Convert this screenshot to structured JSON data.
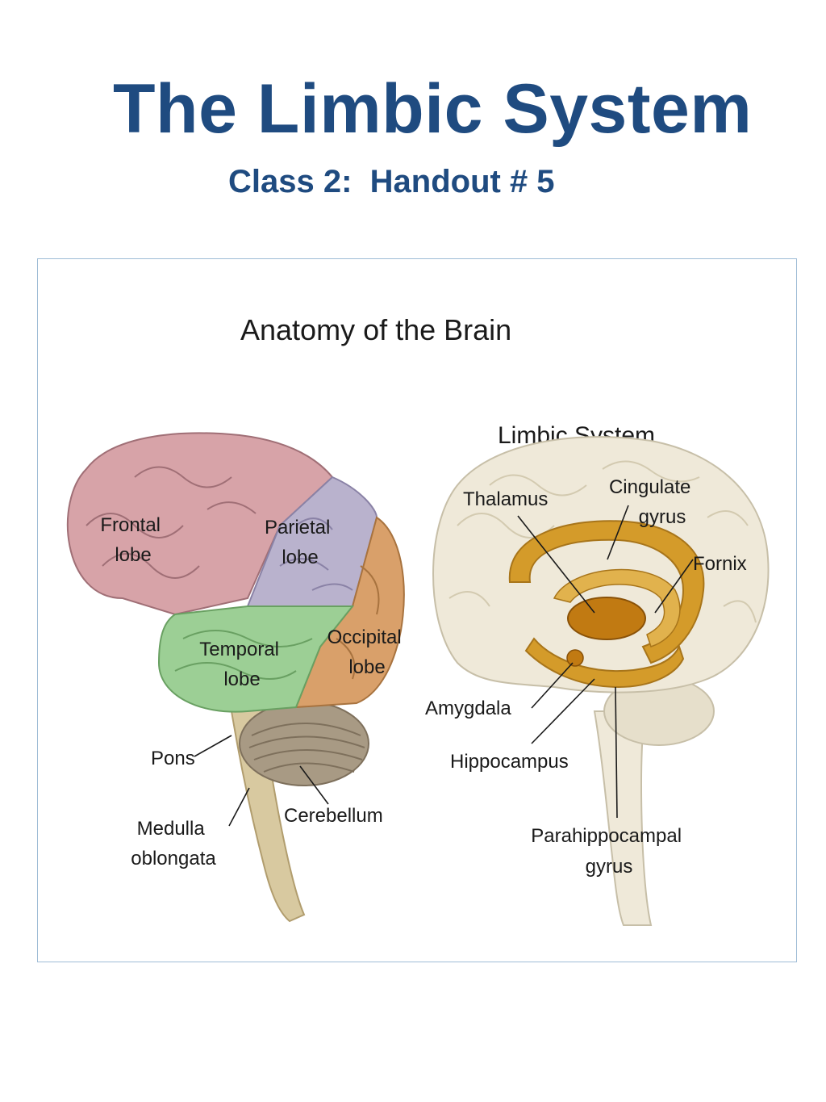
{
  "page": {
    "title": "The Limbic System",
    "subtitle": "Class 2:  Handout # 5"
  },
  "figure": {
    "title": "Anatomy of the Brain",
    "left_brain": {
      "frontal": [
        "Frontal",
        "lobe"
      ],
      "parietal": [
        "Parietal",
        "lobe"
      ],
      "temporal": [
        "Temporal",
        "lobe"
      ],
      "occipital": [
        "Occipital",
        "lobe"
      ],
      "pons": "Pons",
      "medulla": [
        "Medulla",
        "oblongata"
      ],
      "cerebellum": "Cerebellum"
    },
    "right_brain": {
      "title": "Limbic System",
      "thalamus": "Thalamus",
      "cingulate": [
        "Cingulate",
        "gyrus"
      ],
      "fornix": "Fornix",
      "amygdala": "Amygdala",
      "hippocampus": "Hippocampus",
      "parahippocampal": [
        "Parahippocampal",
        "gyrus"
      ]
    },
    "colors": {
      "frontal": "#d7a3a8",
      "parietal": "#b9b2cd",
      "temporal": "#9ccf95",
      "occipital": "#d9a06a",
      "brainstem": "#d8c9a0",
      "cerebellum": "#a89a84",
      "limbic_brain": "#efe9d9",
      "limbic_structure": "#d49b2a"
    }
  }
}
